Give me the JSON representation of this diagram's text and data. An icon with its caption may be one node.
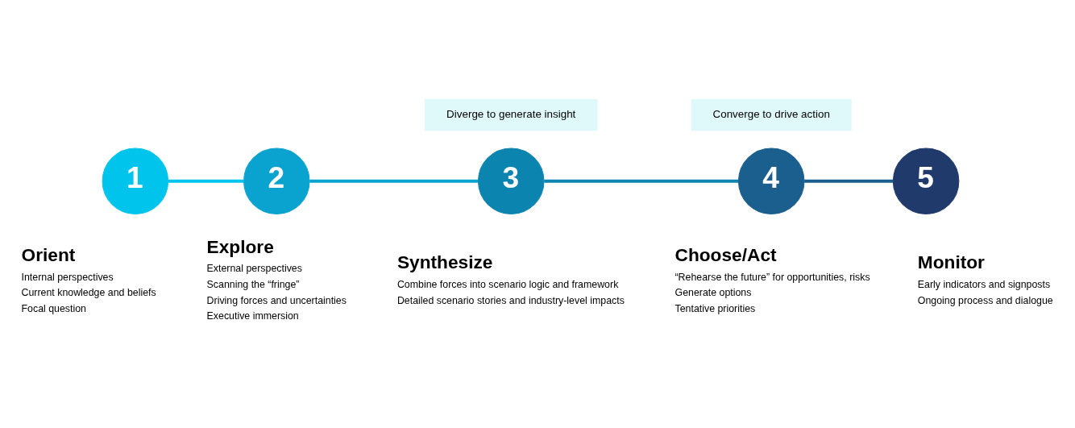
{
  "diagram": {
    "nodes": [
      {
        "text": [
          "1",
          "Orient"
        ],
        "beside": [
          "Internal perspectives",
          "Current knowledge and beliefs",
          "Focal question"
        ]
      },
      {
        "text": [
          "2",
          "Explore"
        ],
        "beside": [
          "External perspectives",
          "Scanning the “fringe”",
          "Driving forces and uncertainties",
          "Executive immersion"
        ]
      },
      {
        "text": [
          "3",
          "Synthesize"
        ],
        "beside": [
          "Combine forces into scenario logic and framework",
          "Detailed scenario stories and industry-level impacts"
        ]
      },
      {
        "text": [
          "4",
          "Choose/Act"
        ],
        "beside": [
          "“Rehearse the future” for opportunities, risks",
          "Generate options",
          "Tentative priorities"
        ]
      },
      {
        "text": [
          "5",
          "Monitor"
        ],
        "beside": [
          "Early indicators and signposts",
          "Ongoing process and dialogue"
        ]
      },
      {
        "text": [
          "Diverge to generate insight"
        ]
      },
      {
        "text": [
          "Converge to drive action"
        ]
      }
    ],
    "edges": [
      {
        "from": 0,
        "to": 1,
        "arrow": "none",
        "color": "#00c4ec"
      },
      {
        "from": 1,
        "to": 2,
        "arrow": "none",
        "color": "#0aa3cf"
      },
      {
        "from": 2,
        "to": 3,
        "arrow": "none",
        "color": "#0c84b0"
      },
      {
        "from": 3,
        "to": 4,
        "arrow": "none",
        "color": "#1a5f8e"
      }
    ]
  }
}
